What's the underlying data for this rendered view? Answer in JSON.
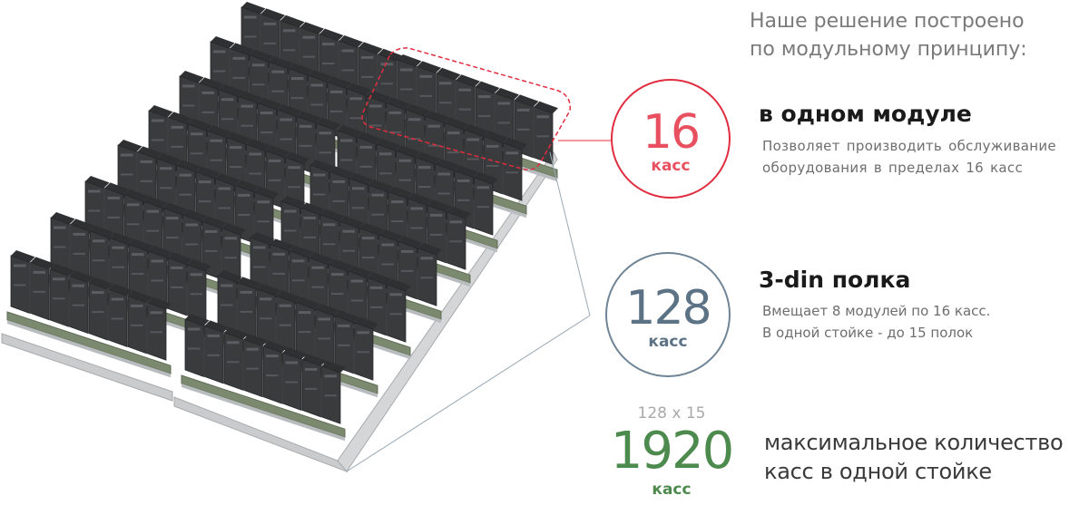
{
  "intro": {
    "line1": "Наше решение построено",
    "line2": "по модульному принципу:"
  },
  "module": {
    "count": "16",
    "unit": "касс",
    "title": "в одном модуле",
    "desc_line1": "Позволяет производить обслуживание",
    "desc_line2": "оборудования в пределах 16 касс"
  },
  "shelf": {
    "count": "128",
    "unit": "касс",
    "title": "3-din полка",
    "desc_line1": "Вмещает 8 модулей по 16 касс.",
    "desc_line2": "В одной стойке  - до 15 полок"
  },
  "rack": {
    "formula": "128 x 15",
    "count": "1920",
    "unit": "касс",
    "text_line1": "максимальное количество",
    "text_line2": "касс в одной стойке"
  },
  "colors": {
    "accent_red": "#e12d3f",
    "accent_blue": "#6f8596",
    "accent_green": "#4d8a4d",
    "text_gray": "#7a7a7a",
    "device_dark": "#3a3b3d"
  },
  "icons": {
    "illustration": "rack-shelf-illustration"
  }
}
